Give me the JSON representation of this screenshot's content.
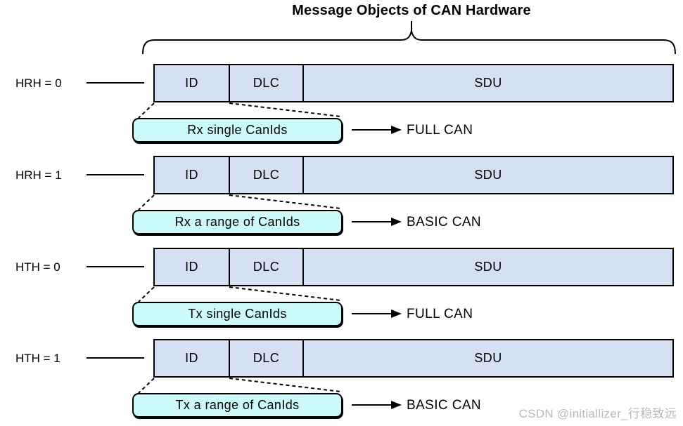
{
  "title": "Message Objects of CAN Hardware",
  "fields": {
    "id": "ID",
    "dlc": "DLC",
    "sdu": "SDU"
  },
  "rows": [
    {
      "handle": "HRH = 0",
      "callout": "Rx single CanIds",
      "result": "FULL CAN"
    },
    {
      "handle": "HRH = 1",
      "callout": "Rx a range of CanIds",
      "result": "BASIC CAN"
    },
    {
      "handle": "HTH = 0",
      "callout": "Tx single CanIds",
      "result": "FULL CAN"
    },
    {
      "handle": "HTH = 1",
      "callout": "Tx a range of CanIds",
      "result": "BASIC CAN"
    }
  ],
  "watermark": "CSDN @initiallizer_行稳致远",
  "colors": {
    "box_fill": "#d5e0f3",
    "callout_fill": "#ccfafa",
    "line": "#000000",
    "watermark_text": "#b9b9b9"
  }
}
